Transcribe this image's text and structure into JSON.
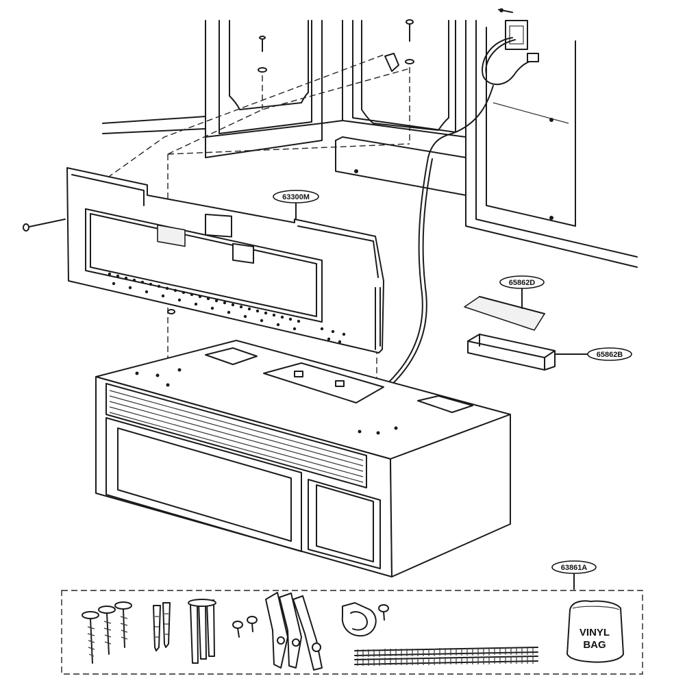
{
  "callouts": {
    "mounting_plate": "63300M",
    "top_damper": "65862D",
    "bottom_damper": "65862B",
    "hardware_kit": "63861A"
  },
  "vinyl_bag": {
    "line1": "VINYL",
    "line2": "BAG"
  }
}
